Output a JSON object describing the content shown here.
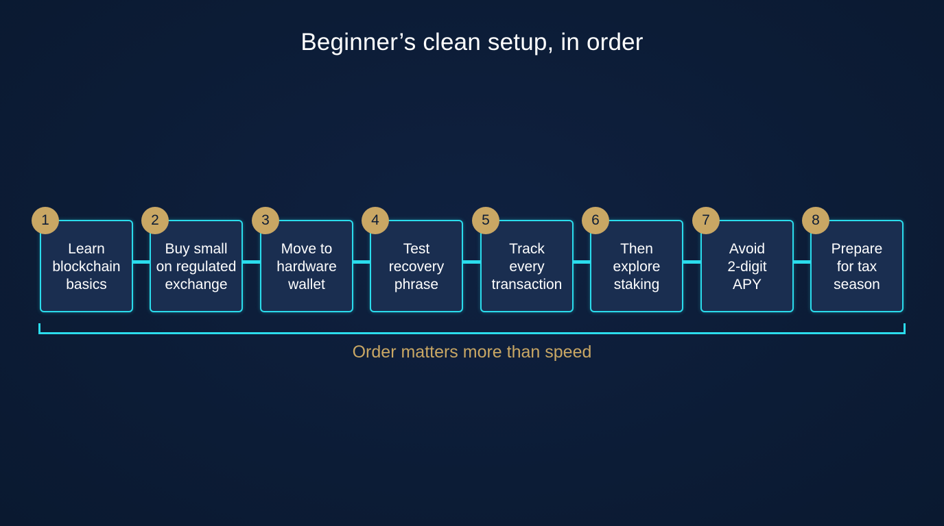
{
  "title": "Beginner’s clean setup, in order",
  "steps": [
    {
      "number": "1",
      "label": "Learn\nblockchain\nbasics"
    },
    {
      "number": "2",
      "label": "Buy small\non regulated\nexchange"
    },
    {
      "number": "3",
      "label": "Move to\nhardware\nwallet"
    },
    {
      "number": "4",
      "label": "Test\nrecovery\nphrase"
    },
    {
      "number": "5",
      "label": "Track\nevery\ntransaction"
    },
    {
      "number": "6",
      "label": "Then\nexplore\nstaking"
    },
    {
      "number": "7",
      "label": "Avoid\n2-digit\nAPY"
    },
    {
      "number": "8",
      "label": "Prepare\nfor tax\nseason"
    }
  ],
  "caption": "Order matters more than speed",
  "colors": {
    "background": "#0c1c36",
    "box_fill": "#1a2e50",
    "accent_cyan": "#2bdcec",
    "accent_gold": "#c9a764"
  }
}
